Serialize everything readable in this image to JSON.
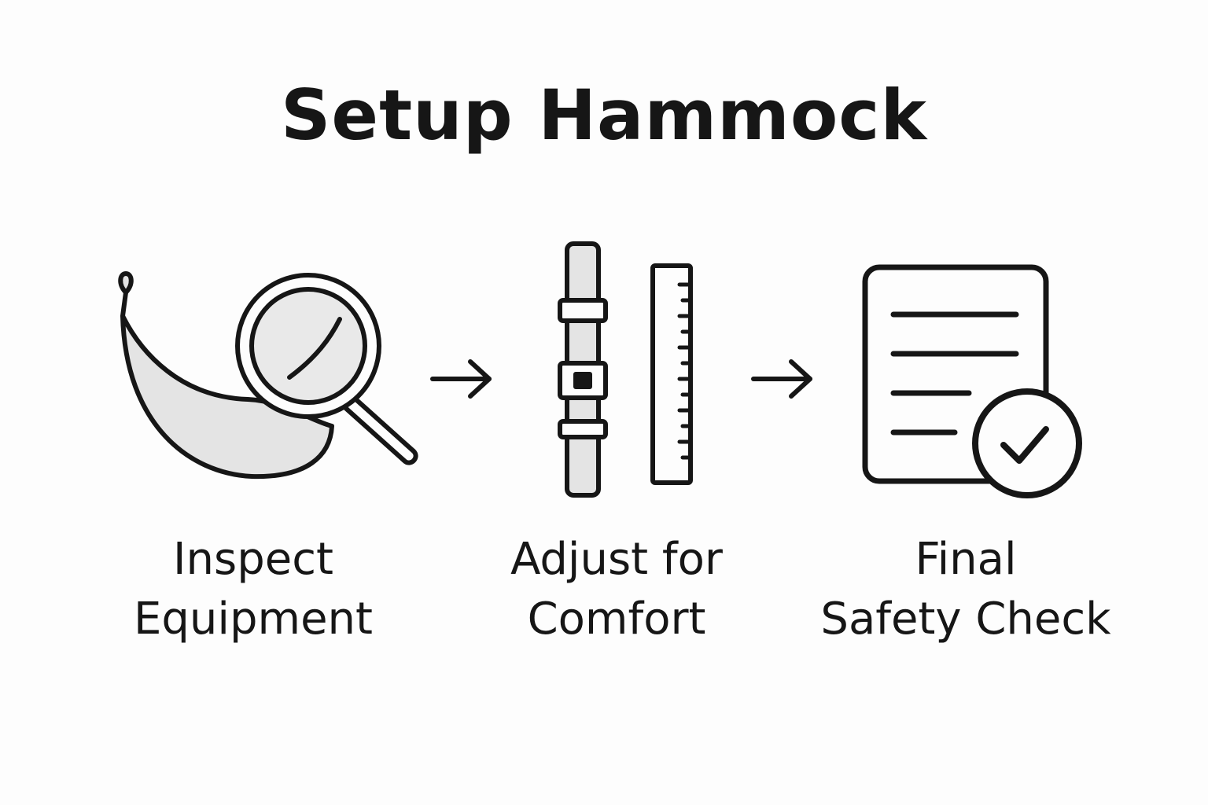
{
  "title": "Setup Hammock",
  "steps": [
    {
      "icon": "hammock-magnifier-icon",
      "label_line1": "Inspect",
      "label_line2": "Equipment"
    },
    {
      "icon": "strap-ruler-icon",
      "label_line1": "Adjust for",
      "label_line2": "Comfort"
    },
    {
      "icon": "checklist-check-icon",
      "label_line1": "Final",
      "label_line2": "Safety Check"
    }
  ],
  "arrows": [
    "arrow-right-icon",
    "arrow-right-icon"
  ],
  "colors": {
    "stroke": "#161616",
    "fill": "#e4e4e4",
    "background": "#fdfdfd"
  }
}
